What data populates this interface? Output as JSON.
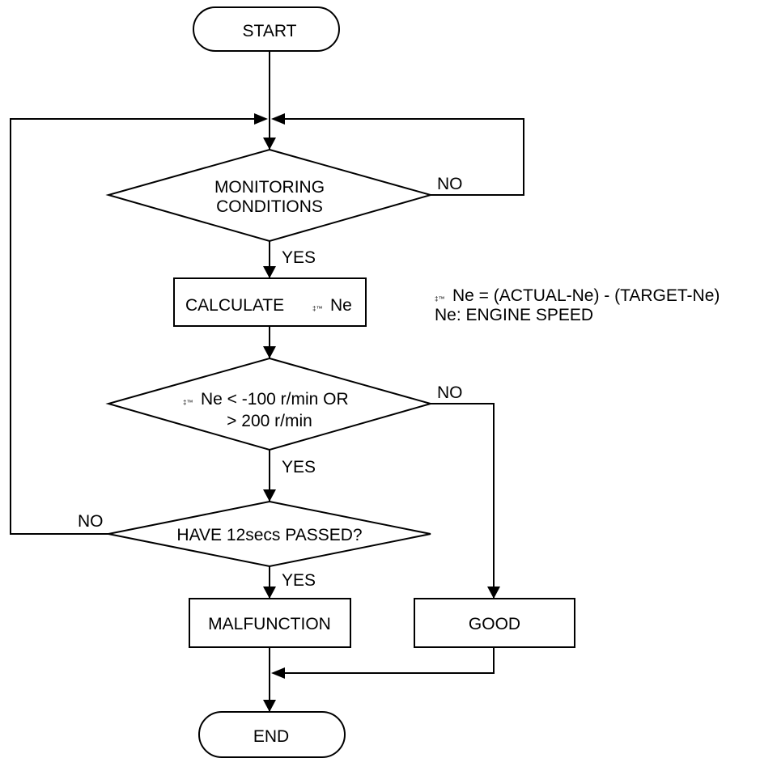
{
  "nodes": {
    "start": "START",
    "monitoring_line1": "MONITORING",
    "monitoring_line2": "CONDITIONS",
    "calculate_text": "CALCULATE",
    "calculate_glyph": "‡™",
    "calculate_ne": "Ne",
    "check_glyph": "‡™",
    "check_line1": "Ne < -100 r/min OR",
    "check_line2": "> 200 r/min",
    "have12": "HAVE 12secs PASSED?",
    "malfunction": "MALFUNCTION",
    "good": "GOOD",
    "end": "END"
  },
  "edge_labels": {
    "monitoring_no": "NO",
    "monitoring_yes": "YES",
    "check_no": "NO",
    "check_yes": "YES",
    "have12_no": "NO",
    "have12_yes": "YES"
  },
  "note": {
    "glyph": "‡™",
    "line1": "Ne = (ACTUAL-Ne) - (TARGET-Ne)",
    "line2": "Ne: ENGINE SPEED"
  }
}
